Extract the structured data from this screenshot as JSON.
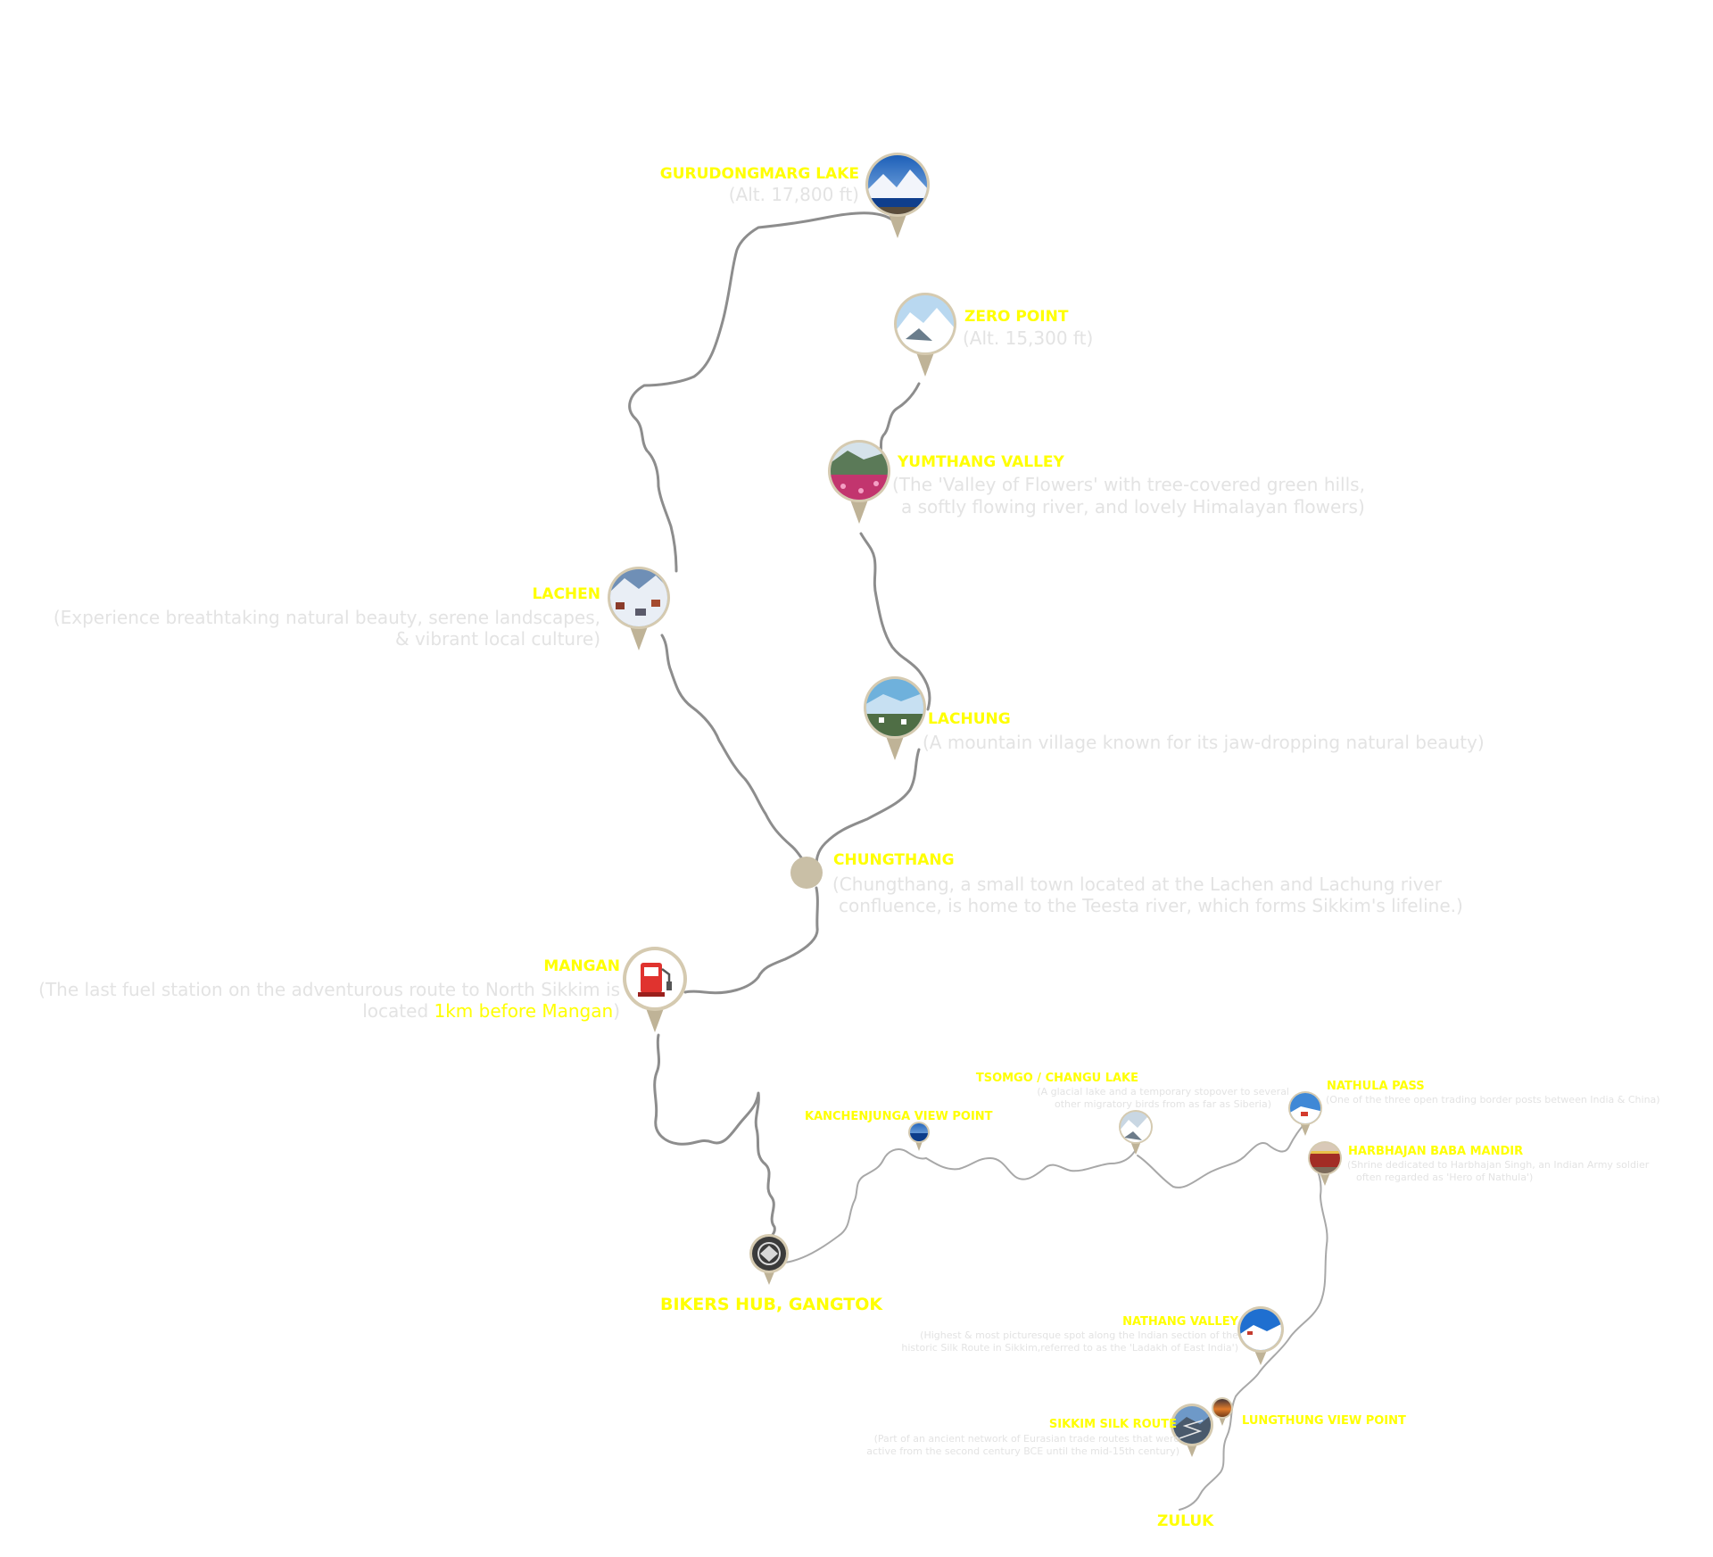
{
  "colors": {
    "route": "#8d8d8d",
    "route_thin": "#a8a8a8",
    "pin_ring": "#c9bfa6",
    "pin_tail": "#bfb397",
    "label": "#ffff00",
    "description": "#e3e3e3"
  },
  "places": {
    "gurudongmarg": {
      "title": "GURUDONGMARG LAKE",
      "sub": "(Alt. 17,800 ft)"
    },
    "zero_point": {
      "title": "ZERO POINT",
      "sub": "(Alt. 15,300 ft)"
    },
    "yumthang": {
      "title": "YUMTHANG VALLEY",
      "line1": "(The 'Valley of Flowers' with tree-covered green hills,",
      "line2": "a softly flowing river, and lovely Himalayan flowers)"
    },
    "lachen": {
      "title": "LACHEN",
      "line1": "(Experience breathtaking natural beauty, serene landscapes,",
      "line2": "& vibrant local culture)"
    },
    "lachung": {
      "title": "LACHUNG",
      "line1": "(A mountain village known for its jaw-dropping natural beauty)"
    },
    "chungthang": {
      "title": "CHUNGTHANG",
      "line1": "(Chungthang, a small town located at the Lachen and Lachung river",
      "line2": "confluence, is home to the Teesta river, which forms Sikkim's lifeline.)"
    },
    "mangan": {
      "title": "MANGAN",
      "line1": "(The last fuel station on the adventurous route to North Sikkim is",
      "line2_prefix": "located ",
      "line2_highlight": "1km before Mangan",
      "line2_suffix": ")"
    },
    "kanchenjunga": {
      "title": "KANCHENJUNGA VIEW POINT"
    },
    "tsomgo": {
      "title": "TSOMGO / CHANGU LAKE",
      "line1": "(A glacial lake and a temporary stopover to several",
      "line2": "other migratory birds from as far as Siberia)"
    },
    "nathula": {
      "title": "NATHULA PASS",
      "line1": "(One of the three open trading border posts between India & China)"
    },
    "harbhajan": {
      "title": "HARBHAJAN BABA MANDIR",
      "line1": "(Shrine dedicated to Harbhajan Singh, an Indian Army soldier",
      "line2": "often regarded as 'Hero of Nathula')"
    },
    "bikers_hub": {
      "title": "BIKERS HUB, GANGTOK"
    },
    "nathang": {
      "title": "NATHANG VALLEY",
      "line1": "(Highest & most picturesque spot along the Indian section of the",
      "line2": "historic Silk Route in Sikkim,referred to as the 'Ladakh of East India')"
    },
    "silk_route": {
      "title": "SIKKIM SILK ROUTE",
      "line1": "(Part of an ancient network of Eurasian trade routes that were",
      "line2": "active from the second century BCE until the mid-15th century)"
    },
    "lungthung": {
      "title": "LUNGTHUNG VIEW POINT"
    },
    "zuluk": {
      "title": "ZULUK"
    }
  },
  "icons": {
    "fuel": "fuel-pump-icon",
    "bikers_hub": "bikers-hub-logo-icon"
  }
}
